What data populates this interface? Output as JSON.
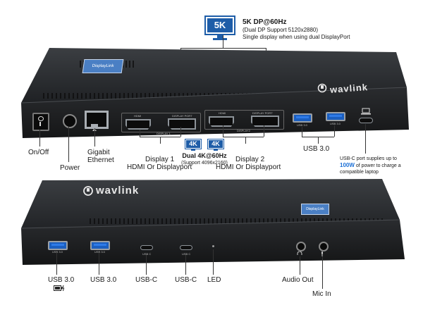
{
  "spec_5k": {
    "badge": "5K",
    "title": "5K DP@60Hz",
    "line1": "(Dual DP Support 5120x2880)",
    "line2": "Single display when using dual DisplayPort"
  },
  "spec_4k": {
    "badge_left": "4K",
    "badge_right": "4K",
    "title": "Dual 4K@60Hz",
    "sub": "(Support 4096x2160)"
  },
  "brand": {
    "logo_text": "wavlink",
    "sticker_text": "DisplayLink"
  },
  "port_markings": {
    "hdmi": "HDMI",
    "displayport": "DISPLAY PORT",
    "display1": "DISPLAY 1",
    "display2": "DISPLAY2",
    "usb30": "USB 3.0",
    "usbc": "USB C"
  },
  "back_labels": {
    "on_off": "On/Off",
    "power": "Power",
    "gigabit_1": "Gigabit",
    "gigabit_2": "Ethernet",
    "display1_1": "Display 1",
    "display1_2": "HDMI Or Displayport",
    "display2_1": "Display 2",
    "display2_2": "HDMI Or Displayport",
    "usb30": "USB 3.0",
    "usbc_note_1": "USB-C port supplies up to",
    "usbc_note_2_pre": "",
    "usbc_note_2_highlight": "100W",
    "usbc_note_2_post": " of power to charge a",
    "usbc_note_3": "compatible laptop"
  },
  "front_labels": {
    "usb30_left": "USB 3.0",
    "usb30_right": "USB 3.0",
    "usbc_left": "USB-C",
    "usbc_right": "USB-C",
    "led": "LED",
    "audio_out": "Audio Out",
    "mic_in": "Mic In"
  },
  "colors": {
    "accent_blue": "#1e5da8",
    "highlight_blue": "#1b6fd6",
    "dock_body": "#2b2d30"
  },
  "icons": [
    "monitor-icon",
    "charge-icon",
    "laptop-icon",
    "ethernet-icon",
    "headphone-icon",
    "microphone-icon"
  ]
}
